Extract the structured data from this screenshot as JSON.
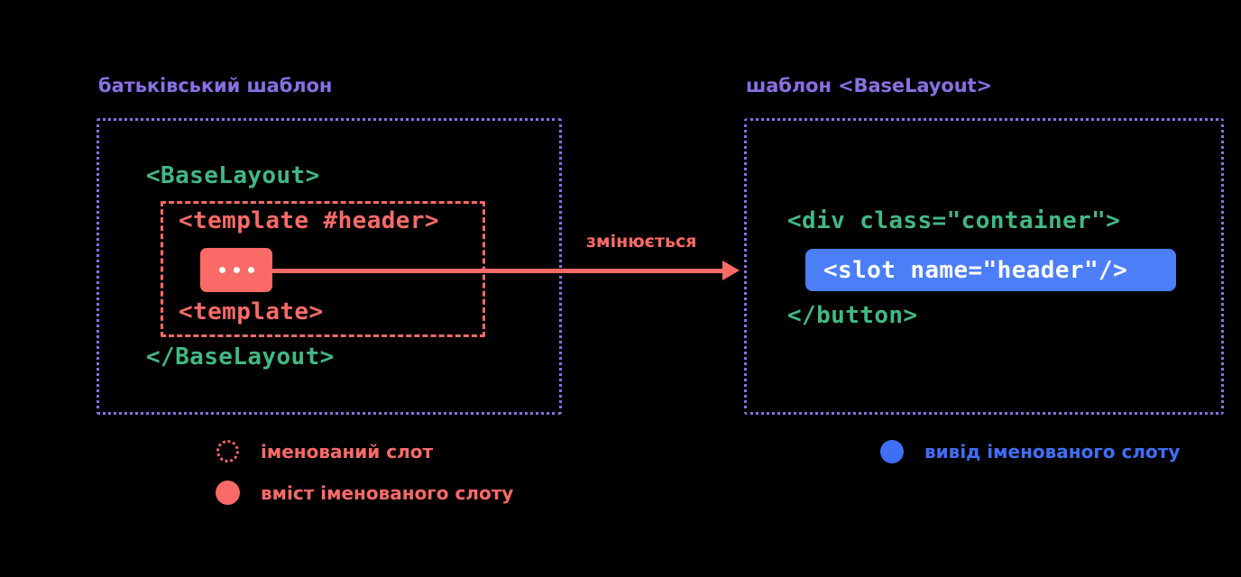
{
  "panels": {
    "left": {
      "heading": "батьківський шаблон",
      "code_lines": [
        {
          "text": "<BaseLayout>",
          "color": "green"
        },
        {
          "text": "<template #header>",
          "color": "red"
        },
        {
          "text": "<template>",
          "color": "red"
        },
        {
          "text": "</BaseLayout>",
          "color": "green"
        }
      ],
      "slot_content_chip": "...",
      "chip_dots": 3
    },
    "right": {
      "heading": "шаблон <BaseLayout>",
      "code_lines": [
        {
          "text": "<div class=\"container\">",
          "color": "green"
        },
        {
          "text": "</button>",
          "color": "green"
        }
      ],
      "slot_output": "<slot name=\"header\"/>"
    }
  },
  "arrow": {
    "label": "змінюється"
  },
  "legend": {
    "items": [
      {
        "marker": "dashed-circle",
        "label": "іменований слот",
        "color": "#fa6a67"
      },
      {
        "marker": "filled-circle",
        "label": "вміст іменованого слоту",
        "color": "#fa6a67"
      },
      {
        "marker": "filled-circle-blue",
        "label": "вивід іменованого слоту",
        "color": "#3f6ff5"
      }
    ]
  },
  "colors": {
    "background": "#000000",
    "heading_purple": "#8a6fe4",
    "code_green": "#42b883",
    "code_red": "#fa6a67",
    "slot_blue": "#4c7ef8",
    "legend_blue": "#3f6ff5",
    "panel_border": "#8a6fe4"
  }
}
